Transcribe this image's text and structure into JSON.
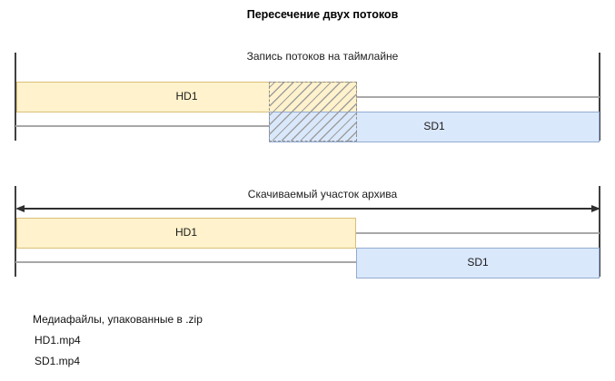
{
  "title": "Пересечение двух потоков",
  "timeline1": {
    "caption": "Запись потоков на таймлайне",
    "tracks": [
      {
        "label": "HD1"
      },
      {
        "label": "SD1"
      }
    ],
    "overlap_style": "diagonal-hatch-dashed-outline"
  },
  "timeline2": {
    "caption": "Скачиваемый участок архива",
    "tracks": [
      {
        "label": "HD1"
      },
      {
        "label": "SD1"
      }
    ]
  },
  "files": {
    "heading": "Медиафайлы, упакованные в .zip",
    "items": [
      "HD1.mp4",
      "SD1.mp4"
    ]
  },
  "colors": {
    "hd_fill": "#fff2cc",
    "hd_stroke": "#d9bf77",
    "sd_fill": "#dae8fc",
    "sd_stroke": "#93abd0",
    "track_line": "#a8a8a8",
    "axis_line": "#404040",
    "arrow": "#2f2f2f",
    "hatch_line": "#9e9e9e",
    "text": "#111111"
  }
}
